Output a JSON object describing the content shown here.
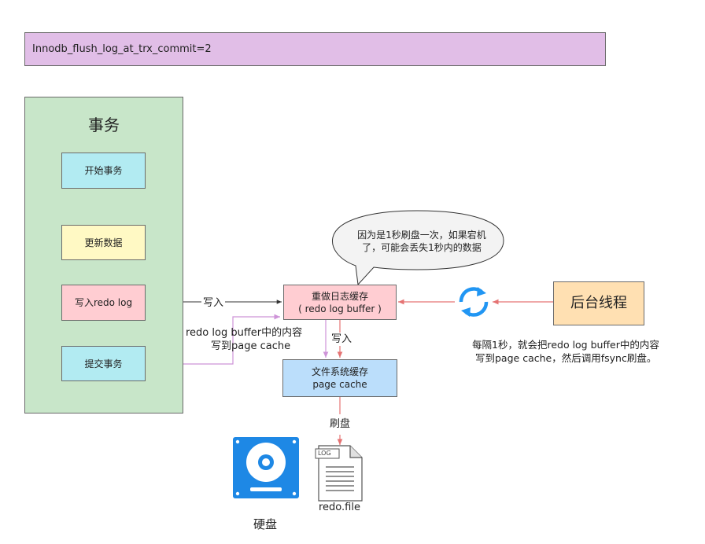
{
  "config_banner": "Innodb_flush_log_at_trx_commit=2",
  "transaction": {
    "title": "事务",
    "steps": [
      "开始事务",
      "更新数据",
      "写入redo log",
      "提交事务"
    ]
  },
  "redo_buffer": {
    "line1": "重做日志缓存",
    "line2": "( redo log buffer )"
  },
  "page_cache": {
    "line1": "文件系统缓存",
    "line2": "page cache"
  },
  "background_thread": "后台线程",
  "bubble": {
    "line1": "因为是1秒刷盘一次，如果宕机",
    "line2": "了，可能会丢失1秒内的数据"
  },
  "labels": {
    "write_to_buffer": "写入",
    "commit_note_1": "redo log buffer中的内容",
    "commit_note_2": "写到page cache",
    "write_to_cache": "写入",
    "flush": "刷盘",
    "thread_note_1": "每隔1秒，就会把redo log buffer中的内容",
    "thread_note_2": "写到page cache，然后调用fsync刷盘。",
    "disk": "硬盘",
    "file_tag": "LOG",
    "file_name": "redo.file"
  },
  "icons": [
    "refresh-icon",
    "hard-disk-icon",
    "log-file-icon"
  ],
  "colors": {
    "banner": "#e1bee7",
    "transaction_panel": "#c8e6c9",
    "step_start": "#b2ebf2",
    "step_update": "#fff9c4",
    "step_write": "#ffcdd2",
    "step_commit": "#b2ebf2",
    "redo_buffer": "#ffcdd2",
    "page_cache": "#bbdefb",
    "background_thread": "#ffe0b2",
    "arrow_red": "#e57373",
    "arrow_purple": "#ce93d8",
    "disk_blue": "#1e88e5",
    "refresh_blue": "#2196f3"
  }
}
